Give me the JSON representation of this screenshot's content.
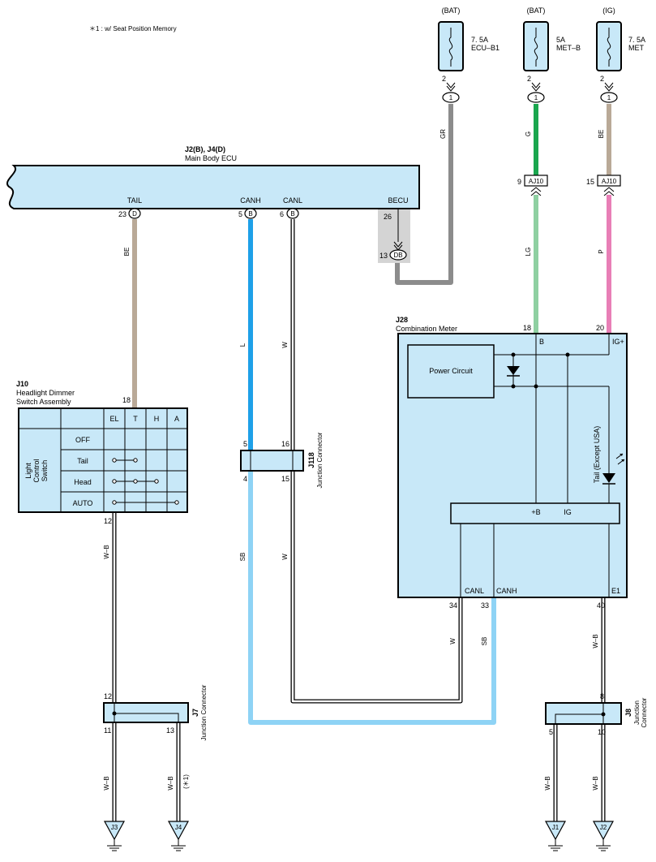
{
  "note": "＊1 : w/ Seat Position Memory",
  "fuses": [
    {
      "source": "(BAT)",
      "rating": "7. 5A",
      "name": "ECU–B1",
      "pin_top": "2",
      "pin_bottom": "1"
    },
    {
      "source": "(BAT)",
      "rating": "5A",
      "name": "MET–B",
      "pin_top": "2",
      "pin_bottom": "1"
    },
    {
      "source": "(IG)",
      "rating": "7. 5A",
      "name": "MET",
      "pin_top": "2",
      "pin_bottom": "1"
    }
  ],
  "ecu": {
    "id": "J2(B), J4(D)",
    "name": "Main Body ECU",
    "terminals": {
      "tail": "TAIL",
      "canh": "CANH",
      "canl": "CANL",
      "becu": "BECU"
    },
    "pins": {
      "tail": "23",
      "canh": "5",
      "canl": "6",
      "becu_a": "26",
      "becu_b": "13"
    },
    "connectors": {
      "tail": "D",
      "canh": "B",
      "canl": "B",
      "becu": "DB"
    }
  },
  "wires": {
    "gr": "GR",
    "g": "G",
    "be_top": "BE",
    "lg": "LG",
    "p": "P",
    "be_tail": "BE",
    "l": "L",
    "w_canl": "W",
    "sb_canh": "SB",
    "w_canl_lower": "W",
    "wb_j10": "W–B",
    "w_meter": "W",
    "sb_meter": "SB",
    "wb_meter": "W–B",
    "wb_j3": "W–B",
    "wb_j4": "W–B",
    "wb_j1": "W–B",
    "wb_j2": "W–B",
    "note_j4": "(＊1)"
  },
  "aj10": {
    "label": "AJ10",
    "pin_lg": "9",
    "pin_p": "15"
  },
  "meter": {
    "id": "J28",
    "name": "Combination Meter",
    "pins": {
      "b": "18",
      "ig": "20",
      "canl": "34",
      "canh": "33",
      "e1": "40"
    },
    "terminals": {
      "b": "B",
      "ig": "IG+",
      "canl": "CANL",
      "canh": "CANH",
      "e1": "E1",
      "inner_b": "+B",
      "inner_ig": "IG"
    },
    "power_circuit": "Power Circuit",
    "tail_lamp": "Tail (Except USA)"
  },
  "j10": {
    "id": "J10",
    "name_line1": "Headlight Dimmer",
    "name_line2": "Switch Assembly",
    "pin_top": "18",
    "pin_bottom": "12",
    "side_line1": "Light",
    "side_line2": "Control",
    "side_line3": "Switch",
    "columns": [
      "EL",
      "T",
      "H",
      "A"
    ],
    "rows": [
      "OFF",
      "Tail",
      "Head",
      "AUTO"
    ]
  },
  "j118": {
    "id": "J118",
    "name": "Junction Connector",
    "pins": {
      "tl": "5",
      "tr": "16",
      "bl": "4",
      "br": "15"
    }
  },
  "j7": {
    "id": "J7",
    "name": "Junction Connector",
    "pins": {
      "top": "12",
      "bl": "11",
      "br": "13"
    }
  },
  "j8": {
    "id": "J8",
    "name": "Junction",
    "name2": "Connector",
    "pins": {
      "top": "8",
      "bl": "5",
      "br": "10"
    }
  },
  "grounds": [
    "J3",
    "J4",
    "J1",
    "J2"
  ],
  "colors": {
    "box_fill": "#c8e8f8",
    "gray": "#8c8c8c",
    "green": "#1aa64e",
    "tan": "#b9a997",
    "pink": "#e87fb6",
    "light_green": "#8fd0a2",
    "blue": "#1ea0e8",
    "sky": "#8ed3f5",
    "shade": "#d4d4d4"
  }
}
